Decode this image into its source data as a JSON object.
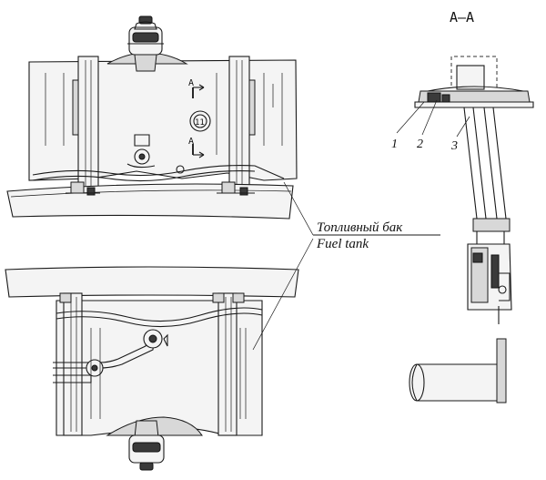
{
  "section_label": "A–A",
  "cut_mark_top": "A",
  "cut_mark_bottom": "A",
  "callouts": [
    {
      "number": "1"
    },
    {
      "number": "2"
    },
    {
      "number": "3"
    }
  ],
  "caption": {
    "russian": "Топливный бак",
    "english": "Fuel tank"
  },
  "filler_cap_number": "11"
}
